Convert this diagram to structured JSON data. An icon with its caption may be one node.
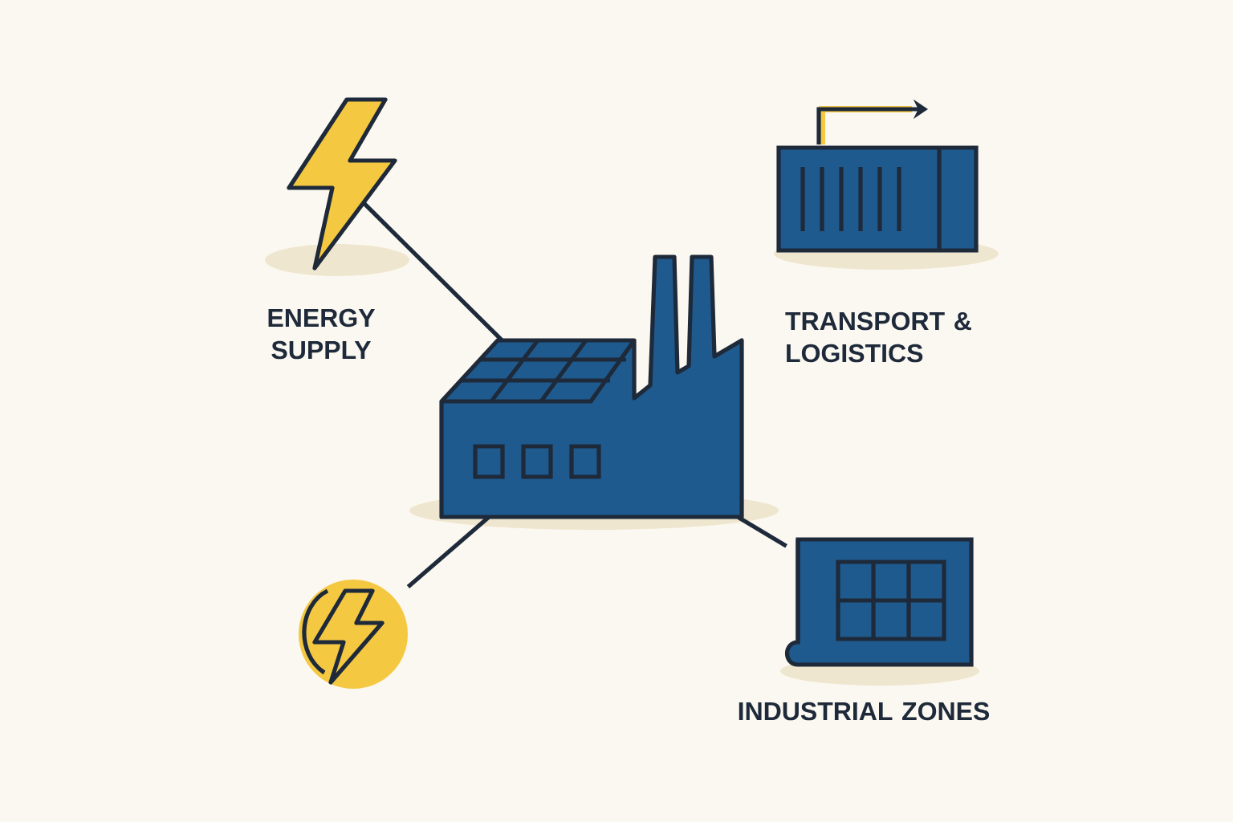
{
  "diagram": {
    "nodes": [
      {
        "text": [],
        "shape": "picture",
        "beside": [
          "ENERGY SUPPLY"
        ]
      },
      {
        "text": [],
        "shape": "picture",
        "beside": [
          "TRANSPORT & LOGISTICS"
        ]
      },
      {
        "text": [],
        "shape": "picture"
      },
      {
        "text": [],
        "shape": "picture"
      },
      {
        "text": [],
        "shape": "picture",
        "beside": [
          "INDUSTRIAL ZONES"
        ]
      }
    ],
    "edges": [
      {
        "from": 2,
        "to": 0,
        "arrow": "none"
      },
      {
        "from": 2,
        "to": 3,
        "arrow": "none"
      },
      {
        "from": 2,
        "to": 4,
        "arrow": "none"
      }
    ]
  }
}
